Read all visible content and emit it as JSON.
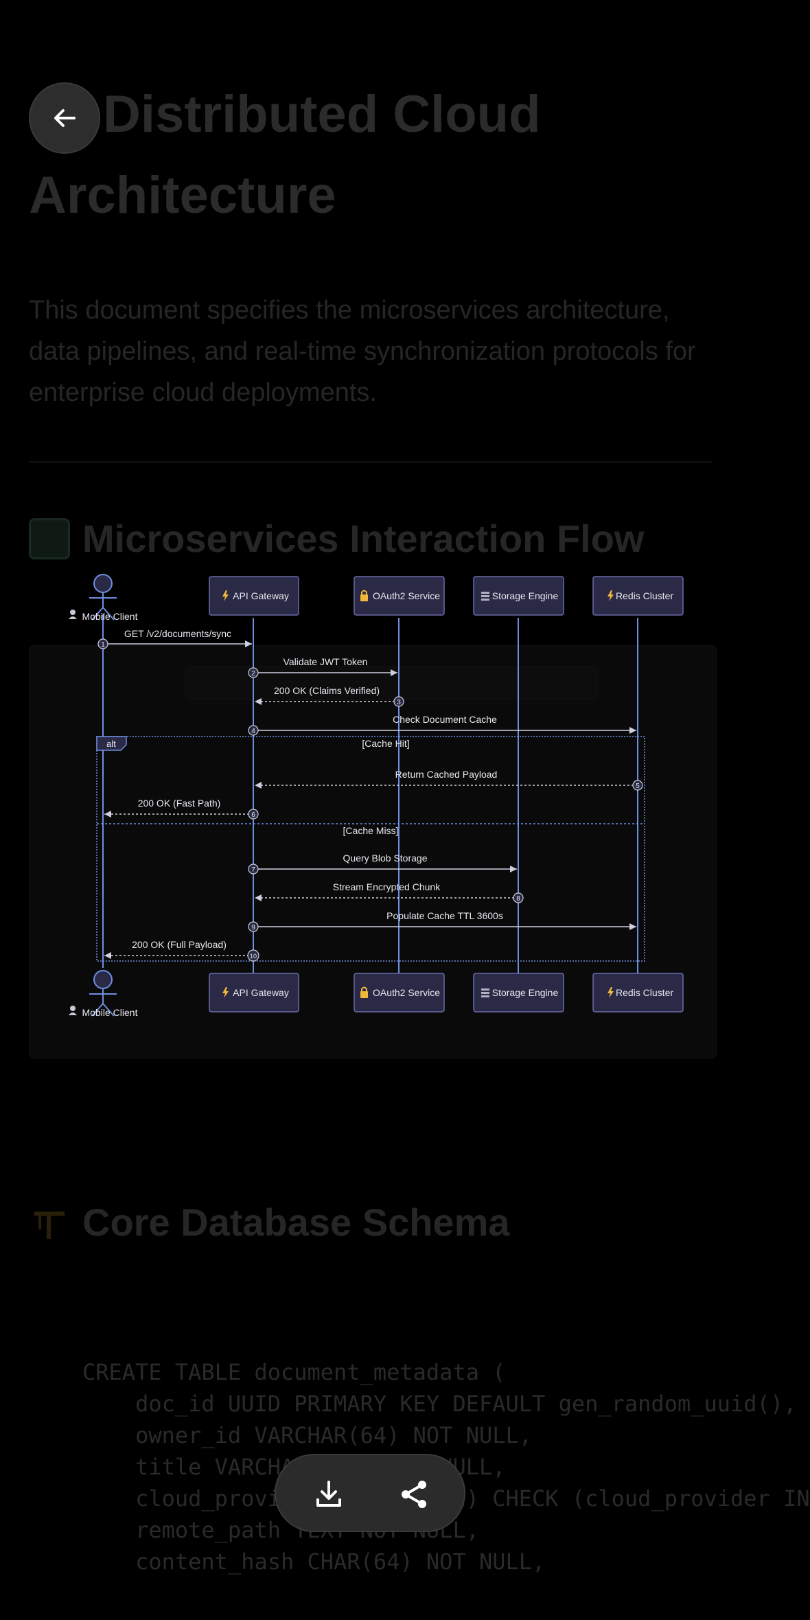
{
  "document": {
    "title_line1": "Distributed Cloud",
    "title_line2": "Architecture",
    "lead_lines": [
      "This document specifies the microservices architecture,",
      "data pipelines, and real-time synchronization protocols for",
      "enterprise cloud deployments."
    ],
    "section_interaction": "Microservices Interaction Flow",
    "section_schema": "Core Database Schema",
    "code_lines": [
      "CREATE TABLE document_metadata (",
      "    doc_id UUID PRIMARY KEY DEFAULT gen_random_uuid(),",
      "    owner_id VARCHAR(64) NOT NULL,",
      "    title VARCHAR(255) NOT NULL,",
      "    cloud_provider VARCHAR(32) CHECK (cloud_provider IN",
      "    remote_path TEXT NOT NULL,",
      "    content_hash CHAR(64) NOT NULL,"
    ]
  },
  "diagram": {
    "actor": {
      "name": "Mobile Client",
      "icon": "person-icon"
    },
    "participants": [
      {
        "name": "API Gateway",
        "icon": "lightning-icon"
      },
      {
        "name": "OAuth2 Service",
        "icon": "lock-icon"
      },
      {
        "name": "Storage Engine",
        "icon": "database-icon"
      },
      {
        "name": "Redis Cluster",
        "icon": "lightning-icon"
      }
    ],
    "messages": [
      {
        "num": "1",
        "label": "GET /v2/documents/sync"
      },
      {
        "num": "2",
        "label": "Validate JWT Token"
      },
      {
        "num": "3",
        "label": "200 OK (Claims Verified)"
      },
      {
        "num": "4",
        "label": "Check Document Cache"
      },
      {
        "num": "5",
        "label": "Return Cached Payload"
      },
      {
        "num": "6",
        "label": "200 OK (Fast Path)"
      },
      {
        "num": "7",
        "label": "Query Blob Storage"
      },
      {
        "num": "8",
        "label": "Stream Encrypted Chunk"
      },
      {
        "num": "9",
        "label": "Populate Cache TTL 3600s"
      },
      {
        "num": "10",
        "label": "200 OK (Full Payload)"
      }
    ],
    "fragment": {
      "keyword": "alt",
      "condition_1": "[Cache Hit]",
      "condition_2": "[Cache Miss]"
    }
  },
  "actions": {
    "back_icon": "arrow-left-icon",
    "download_icon": "download-icon",
    "share_icon": "share-icon"
  },
  "colors": {
    "lifeline": "#6e8fe0",
    "box_fill": "#2a2a46",
    "box_border": "#6b6ba8",
    "text": "#e8e8f0"
  }
}
